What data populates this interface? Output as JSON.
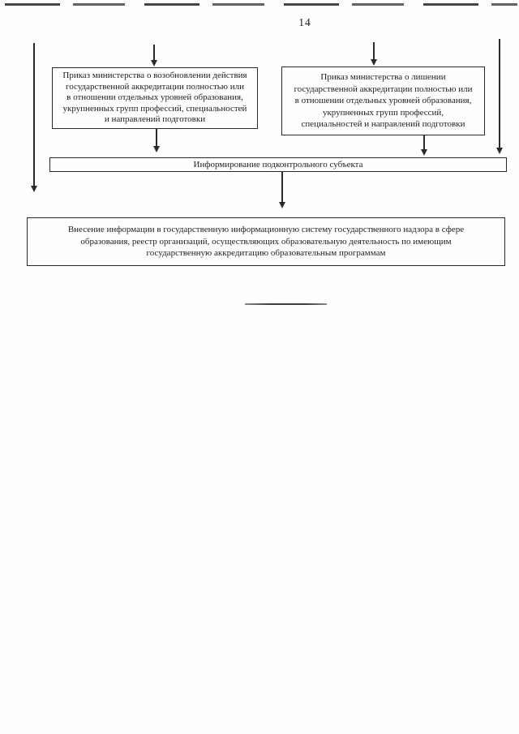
{
  "page": {
    "number": "14",
    "ink_color": "#1e1e1e",
    "paper_color": "#fefefe"
  },
  "flowchart": {
    "resume_order_box": {
      "text": "Приказ министерства о возобновлении действия\nгосударственной аккредитации полностью или\nв отношении отдельных уровней образования,\nукрупненных групп профессий, специальностей\nи направлений подготовки"
    },
    "deprive_order_box": {
      "text": "Приказ министерства о лишении\nгосударственной аккредитации полностью или\nв отношении отдельных уровней образования,\nукрупненных групп профессий,\nспециальностей и направлений подготовки"
    },
    "inform_bar": {
      "text": "Информирование подконтрольного субъекта"
    },
    "info_entry_box": {
      "text": "Внесение информации в государственную информационную систему государственного надзора в сфере\nобразования, реестр организаций, осуществляющих образовательную деятельность по имеющим\nгосударственную аккредитацию образовательным программам"
    }
  }
}
